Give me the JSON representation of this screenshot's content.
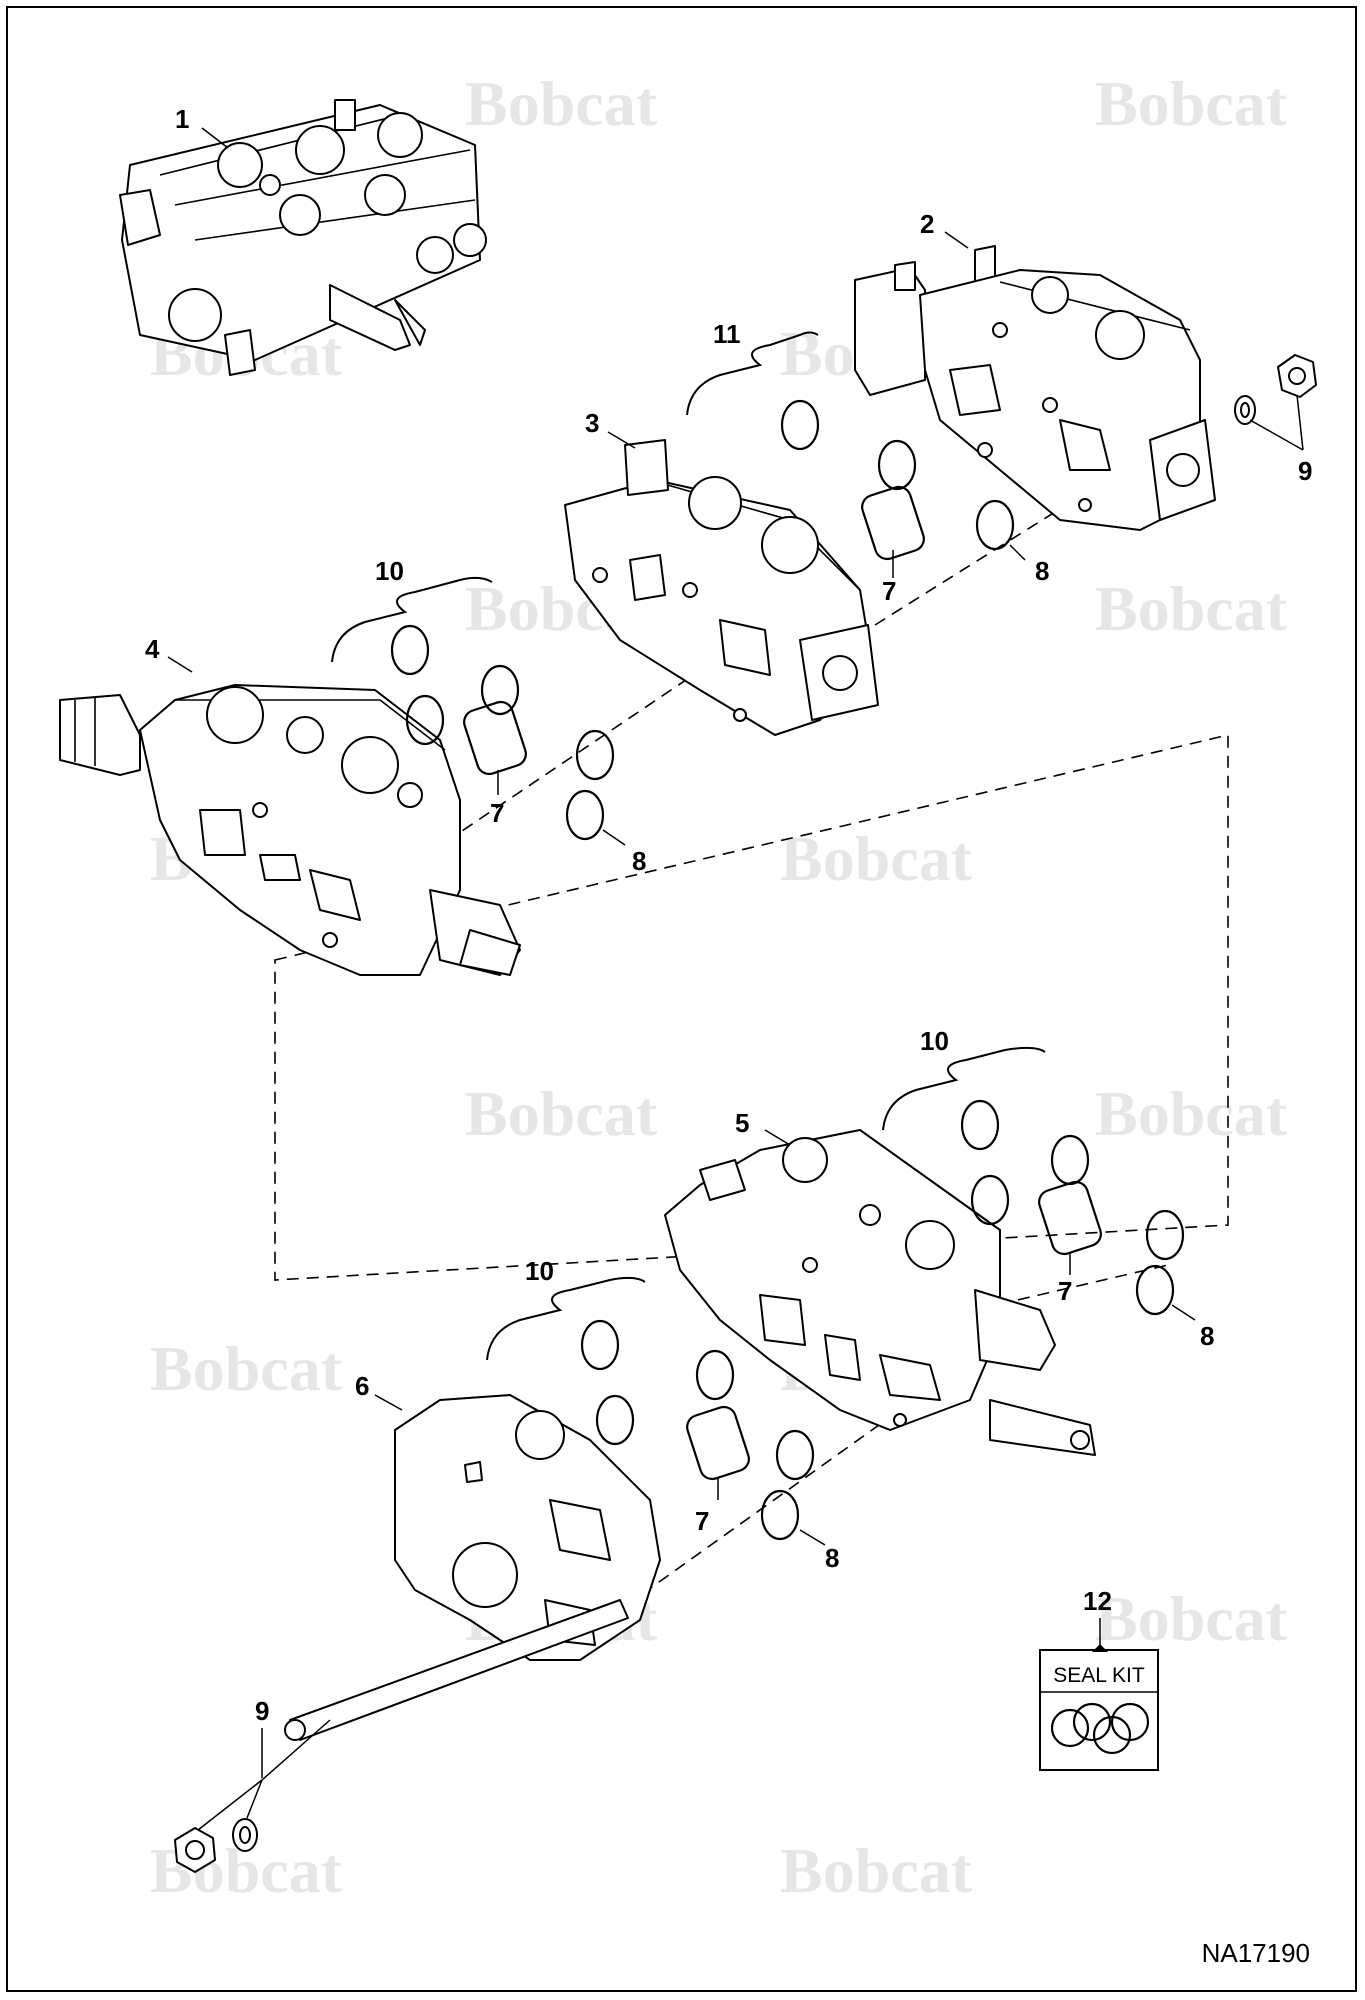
{
  "drawing": {
    "watermark_text": "Bobcat",
    "drawing_code": "NA17190",
    "seal_kit_label": "SEAL KIT"
  },
  "callouts": [
    {
      "id": "c1",
      "text": "1"
    },
    {
      "id": "c2",
      "text": "2"
    },
    {
      "id": "c3",
      "text": "3"
    },
    {
      "id": "c4",
      "text": "4"
    },
    {
      "id": "c5",
      "text": "5"
    },
    {
      "id": "c6",
      "text": "6"
    },
    {
      "id": "c7a",
      "text": "7"
    },
    {
      "id": "c7b",
      "text": "7"
    },
    {
      "id": "c7c",
      "text": "7"
    },
    {
      "id": "c7d",
      "text": "7"
    },
    {
      "id": "c8a",
      "text": "8"
    },
    {
      "id": "c8b",
      "text": "8"
    },
    {
      "id": "c8c",
      "text": "8"
    },
    {
      "id": "c8d",
      "text": "8"
    },
    {
      "id": "c9a",
      "text": "9"
    },
    {
      "id": "c9b",
      "text": "9"
    },
    {
      "id": "c10a",
      "text": "10"
    },
    {
      "id": "c10b",
      "text": "10"
    },
    {
      "id": "c10c",
      "text": "10"
    },
    {
      "id": "c11",
      "text": "11"
    },
    {
      "id": "c12",
      "text": "12"
    }
  ]
}
